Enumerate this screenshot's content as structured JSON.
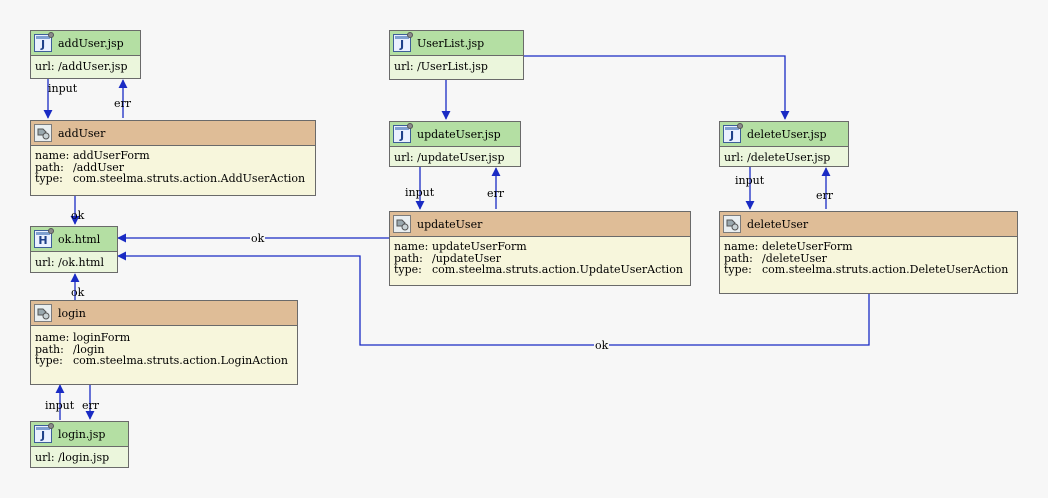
{
  "nodes": {
    "addUser_jsp": {
      "title": "addUser.jsp",
      "url": "url: /addUser.jsp"
    },
    "userList_jsp": {
      "title": "UserList.jsp",
      "url": "url: /UserList.jsp"
    },
    "updateUser_jsp": {
      "title": "updateUser.jsp",
      "url": "url: /updateUser.jsp"
    },
    "deleteUser_jsp": {
      "title": "deleteUser.jsp",
      "url": "url: /deleteUser.jsp"
    },
    "ok_html": {
      "title": "ok.html",
      "url": "url: /ok.html"
    },
    "login_jsp": {
      "title": "login.jsp",
      "url": "url: /login.jsp"
    },
    "addUser_action": {
      "title": "addUser",
      "name": "addUserForm",
      "path": "/addUser",
      "type": "com.steelma.struts.action.AddUserAction"
    },
    "updateUser_action": {
      "title": "updateUser",
      "name": "updateUserForm",
      "path": "/updateUser",
      "type": "com.steelma.struts.action.UpdateUserAction"
    },
    "deleteUser_action": {
      "title": "deleteUser",
      "name": "deleteUserForm",
      "path": "/deleteUser",
      "type": "com.steelma.struts.action.DeleteUserAction"
    },
    "login_action": {
      "title": "login",
      "name": "loginForm",
      "path": "/login",
      "type": "com.steelma.struts.action.LoginAction"
    }
  },
  "field_keys": {
    "name": "name:",
    "path": "path:",
    "type": "type:"
  },
  "icons": {
    "jsp": "J",
    "html": "H",
    "action": "action-icon"
  },
  "edges": {
    "input": "input",
    "err": "err",
    "ok": "ok"
  },
  "colors": {
    "page_header": "#b4dfa3",
    "action_header": "#dfbd97",
    "connector": "#1a2bc4"
  }
}
